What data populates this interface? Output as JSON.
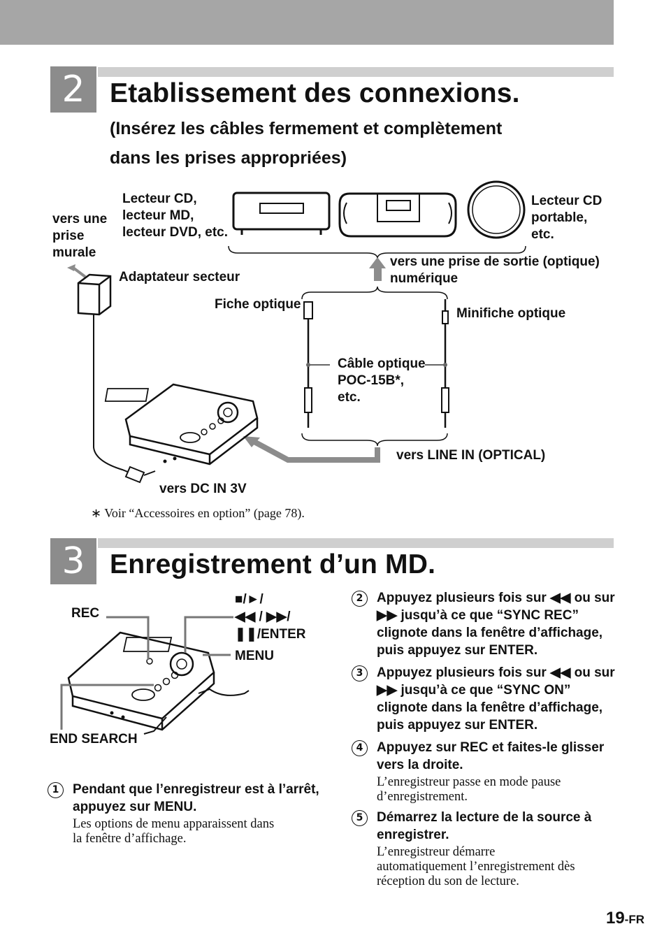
{
  "section2": {
    "number": "2",
    "title": "Etablissement des connexions.",
    "subtitle_line1": "(Insérez les câbles fermement et complètement",
    "subtitle_line2": "dans les prises appropriées)"
  },
  "diagram": {
    "cd_player_label": "Lecteur CD,\nlecteur MD,\nlecteur DVD, etc.",
    "portable_cd_label": "Lecteur CD\nportable,\netc.",
    "wall_outlet_label": "vers une\nprise\nmurale",
    "ac_adaptor_label": "Adaptateur secteur",
    "digital_out_label": "vers une prise de sortie (optique)\nnumérique",
    "optical_plug_label": "Fiche optique",
    "optical_mini_plug_label": "Minifiche optique",
    "optical_cable_label": "Câble optique\nPOC-15B*,\netc.",
    "line_in_label": "vers LINE IN (OPTICAL)",
    "dc_in_label": "vers DC IN 3V"
  },
  "footnote": "∗ Voir “Accessoires en option” (page 78).",
  "section3": {
    "number": "3",
    "title": "Enregistrement d’un MD.",
    "rec_label": "REC",
    "transport_label": "■/►/\n◀◀ / ▶▶/\n❚❚/ENTER",
    "menu_label": "MENU",
    "end_search_label": "END SEARCH",
    "steps": [
      {
        "num": "1",
        "head": "Pendant que l’enregistreur est à l’arrêt,\nappuyez sur MENU.",
        "body": "Les options de menu apparaissent dans\nla fenêtre d’affichage."
      },
      {
        "num": "2",
        "head": "Appuyez plusieurs fois sur ◀◀  ou sur\n▶▶ jusqu’à ce que “SYNC REC”\nclignote dans la fenêtre d’affichage,\npuis appuyez sur ENTER.",
        "body": ""
      },
      {
        "num": "3",
        "head": "Appuyez plusieurs fois sur ◀◀  ou sur\n▶▶ jusqu’à ce que “SYNC ON”\nclignote dans la fenêtre d’affichage,\npuis appuyez sur ENTER.",
        "body": ""
      },
      {
        "num": "4",
        "head": "Appuyez sur REC et faites-le glisser\nvers la droite.",
        "body": "L’enregistreur passe en mode pause\nd’enregistrement."
      },
      {
        "num": "5",
        "head": "Démarrez la lecture de la source à\nenregistrer.",
        "body": "L’enregistreur démarre\nautomatiquement l’enregistrement dès\nréception du son de lecture."
      }
    ]
  },
  "page": {
    "number": "19",
    "suffix": "-FR"
  }
}
